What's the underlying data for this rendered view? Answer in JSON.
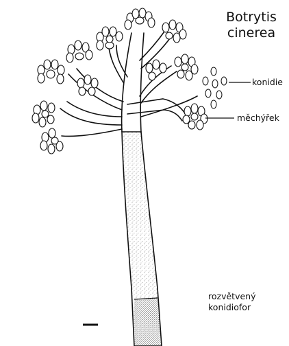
{
  "title": {
    "line1": "Botrytis",
    "line2": "cinerea"
  },
  "labels": {
    "conidia": "konidie",
    "vesicle": "měchýřek",
    "conidiophore_line1": "rozvětvený",
    "conidiophore_line2": "konidiofor"
  },
  "colors": {
    "ink": "#111111",
    "background": "#ffffff"
  }
}
